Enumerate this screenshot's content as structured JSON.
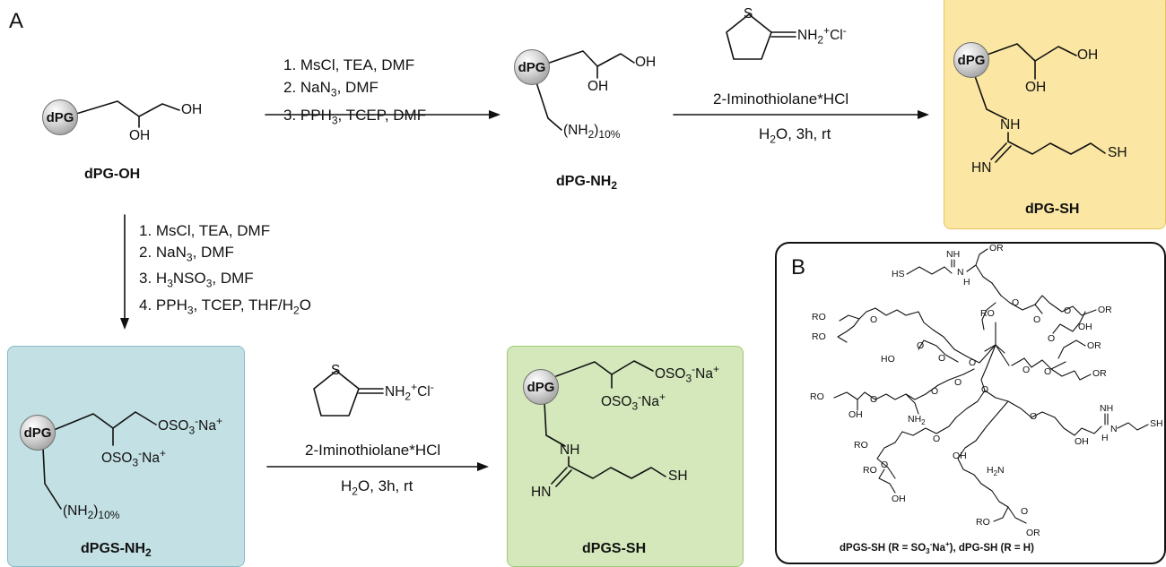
{
  "panels": {
    "a": "A",
    "b": "B"
  },
  "core_label": "dPG",
  "compounds": {
    "dpg_oh": "dPG-OH",
    "dpg_nh2": "dPG-NH",
    "dpg_nh2_sub": "2",
    "dpg_sh": "dPG-SH",
    "dpgs_nh2": "dPGS-NH",
    "dpgs_nh2_sub": "2",
    "dpgs_sh": "dPGS-SH"
  },
  "groups": {
    "oh": "OH",
    "nh2_10_open": "(NH",
    "nh2_10_sub": "2",
    "nh2_10_close": ")",
    "nh2_10_pct": "10%",
    "nh": "NH",
    "hn": "HN",
    "sh": "SH",
    "oso3": "OSO",
    "oso3_sub": "3",
    "oso3_sup": "-",
    "na": "Na",
    "na_sup": "+",
    "s": "S",
    "iminium": "NH",
    "iminium_sub": "2",
    "iminium_sup": "+",
    "cl": "Cl",
    "cl_sup": "-"
  },
  "conditions": {
    "step1": {
      "l1": "1. MsCl, TEA, DMF",
      "l2a": "2. NaN",
      "l2sub": "3",
      "l2b": ", DMF",
      "l3a": "3. PPH",
      "l3sub": "3",
      "l3b": ", TCEP, DMF"
    },
    "step2": {
      "reagent": "2-Iminothiolane*HCl",
      "c_a": "H",
      "c_sub": "2",
      "c_b": "O, 3h, rt"
    },
    "step3": {
      "l1": "1. MsCl, TEA, DMF",
      "l2a": "2. NaN",
      "l2sub": "3",
      "l2b": ", DMF",
      "l3a": "3. H",
      "l3sub1": "3",
      "l3b": "NSO",
      "l3sub2": "3",
      "l3c": ", DMF",
      "l4a": "4. PPH",
      "l4sub1": "3",
      "l4b": ", TCEP, THF/H",
      "l4sub2": "2",
      "l4c": "O"
    },
    "step4": {
      "reagent": "2-Iminothiolane*HCl",
      "c_a": "H",
      "c_sub": "2",
      "c_b": "O, 3h, rt"
    }
  },
  "panel_b": {
    "caption_a": "dPGS-SH (R = SO",
    "caption_sub": "3",
    "caption_sup1": "-",
    "caption_b": "Na",
    "caption_sup2": "+",
    "caption_c": "), dPG-SH (R = H)",
    "labels": {
      "or": "OR",
      "ro": "RO",
      "ho": "HO",
      "oh": "OH",
      "o": "O",
      "hs": "HS",
      "sh": "SH",
      "nh": "NH",
      "n": "N",
      "h": "H",
      "nh2": "NH",
      "nh2_sub": "2",
      "h2n": "H",
      "h2n_sub": "2",
      "h2n_b": "N"
    }
  }
}
